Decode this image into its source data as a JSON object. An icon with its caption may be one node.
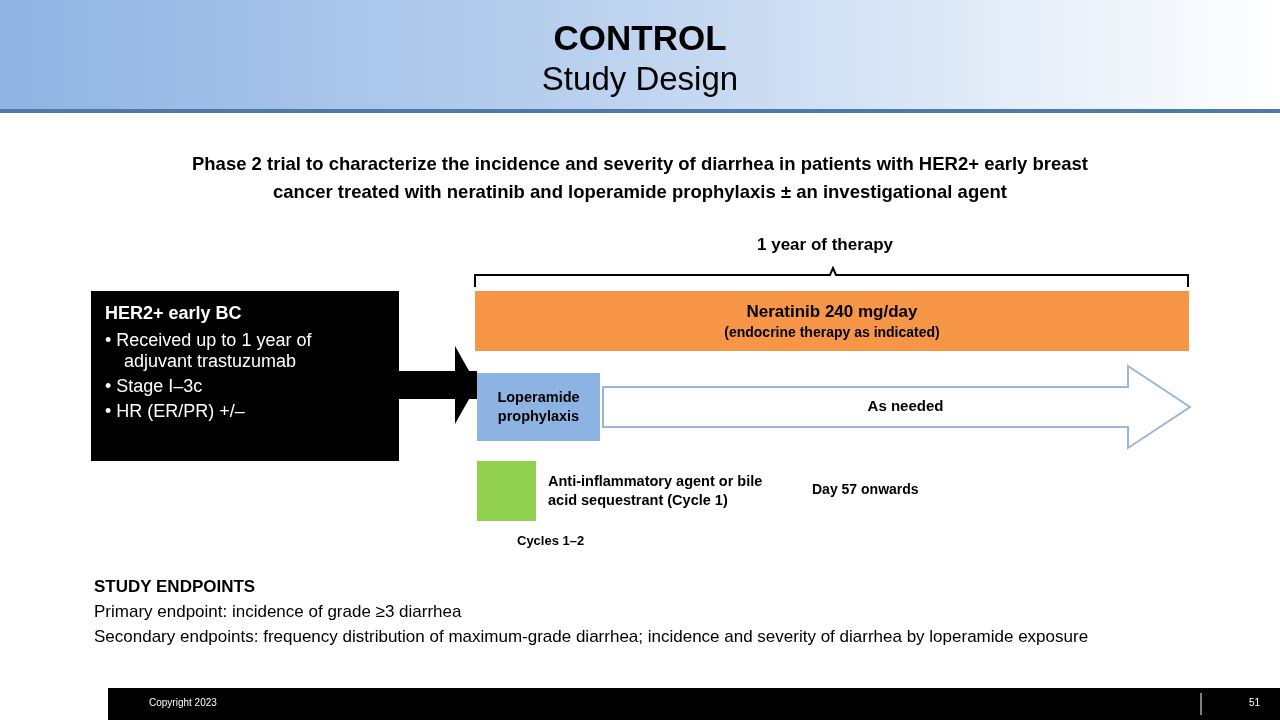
{
  "diagram": {
    "title": "CONTROL",
    "nodes": [
      {
        "text": [
          "HER2+ early BC",
          "• Received up to 1 year of adjuvant trastuzumab",
          "• Stage I–3c",
          "• HR (ER/PR) +/–"
        ]
      },
      {
        "text": [
          "Neratinib 240 mg/day",
          "(endocrine therapy as indicated)"
        ]
      },
      {
        "text": [
          "Loperamide prophylaxis"
        ]
      },
      {
        "text": [],
        "shape": "box",
        "beside": [
          "Anti-inflammatory agent or bile acid sequestrant (Cycle 1)",
          "Cycles 1–2"
        ]
      }
    ],
    "edges": [
      {
        "from": 0,
        "to": 2,
        "arrow": "to"
      },
      {
        "from": 2,
        "to": null,
        "arrow": "to",
        "label": "As needed",
        "color": "#9ab7d8"
      }
    ],
    "labels": [
      "Study Design",
      "Phase 2 trial to characterize the incidence and severity of diarrhea in patients with HER2+ early breast cancer treated with neratinib and loperamide prophylaxis ± an investigational agent",
      "1 year of therapy",
      "Day 57 onwards",
      "STUDY ENDPOINTS",
      "Primary endpoint: incidence of grade ≥3 diarrhea",
      "Secondary endpoints: frequency distribution of maximum-grade diarrhea; incidence and severity of diarrhea by loperamide exposure",
      "Copyright 2023",
      "51"
    ]
  }
}
